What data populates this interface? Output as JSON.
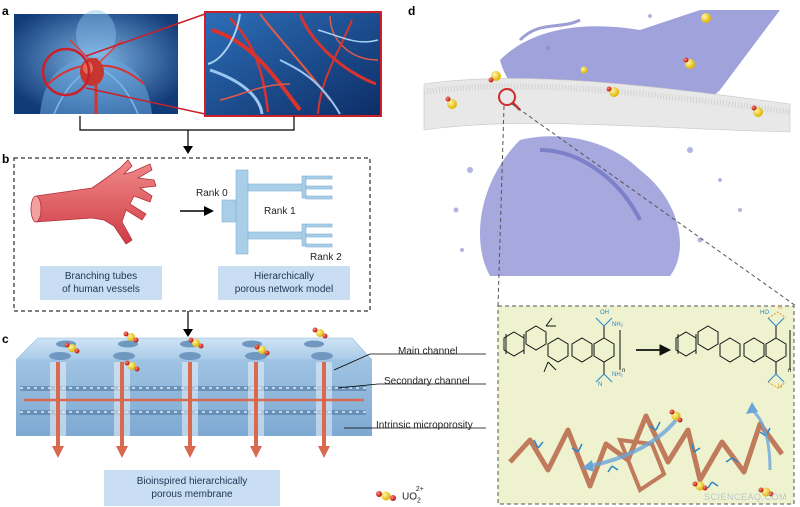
{
  "panel_labels": {
    "a": "a",
    "b": "b",
    "c": "c",
    "d": "d"
  },
  "panel_b": {
    "left_caption_line1": "Branching tubes",
    "left_caption_line2": "of human vessels",
    "right_caption_line1": "Hierarchically",
    "right_caption_line2": "porous network model",
    "rank0": "Rank 0",
    "rank1": "Rank 1",
    "rank2": "Rank 2"
  },
  "panel_c": {
    "main_channel": "Main channel",
    "secondary_channel": "Secondary channel",
    "intrinsic_microporosity": "Intrinsic microporosity",
    "caption_line1": "Bioinspired hierarchically",
    "caption_line2": "porous membrane",
    "legend_ion": "UO",
    "legend_sub": "2",
    "legend_sup": "2+"
  },
  "panel_d": {
    "chem_oh": "OH",
    "chem_nh2": "NH₂",
    "chem_n": "N",
    "chem_ho": "HO",
    "chem_u": "U",
    "chem_o": "O",
    "chem_n_sub": "n"
  },
  "watermark": "SCIENCEAQ.COM",
  "colors": {
    "vessel_red": "#e0545a",
    "network_blue": "#a9cfe8",
    "caption_box": "#c9def2",
    "membrane_top": "#b8d6ee",
    "pore_dark": "#5b7fa6",
    "polymer_brown": "#c07a5c",
    "panel_d_bg": "#eef2cf",
    "purple": "#6b6fc0",
    "uranyl_yellow": "#f5d21a",
    "uranyl_red": "#d62a1f"
  }
}
